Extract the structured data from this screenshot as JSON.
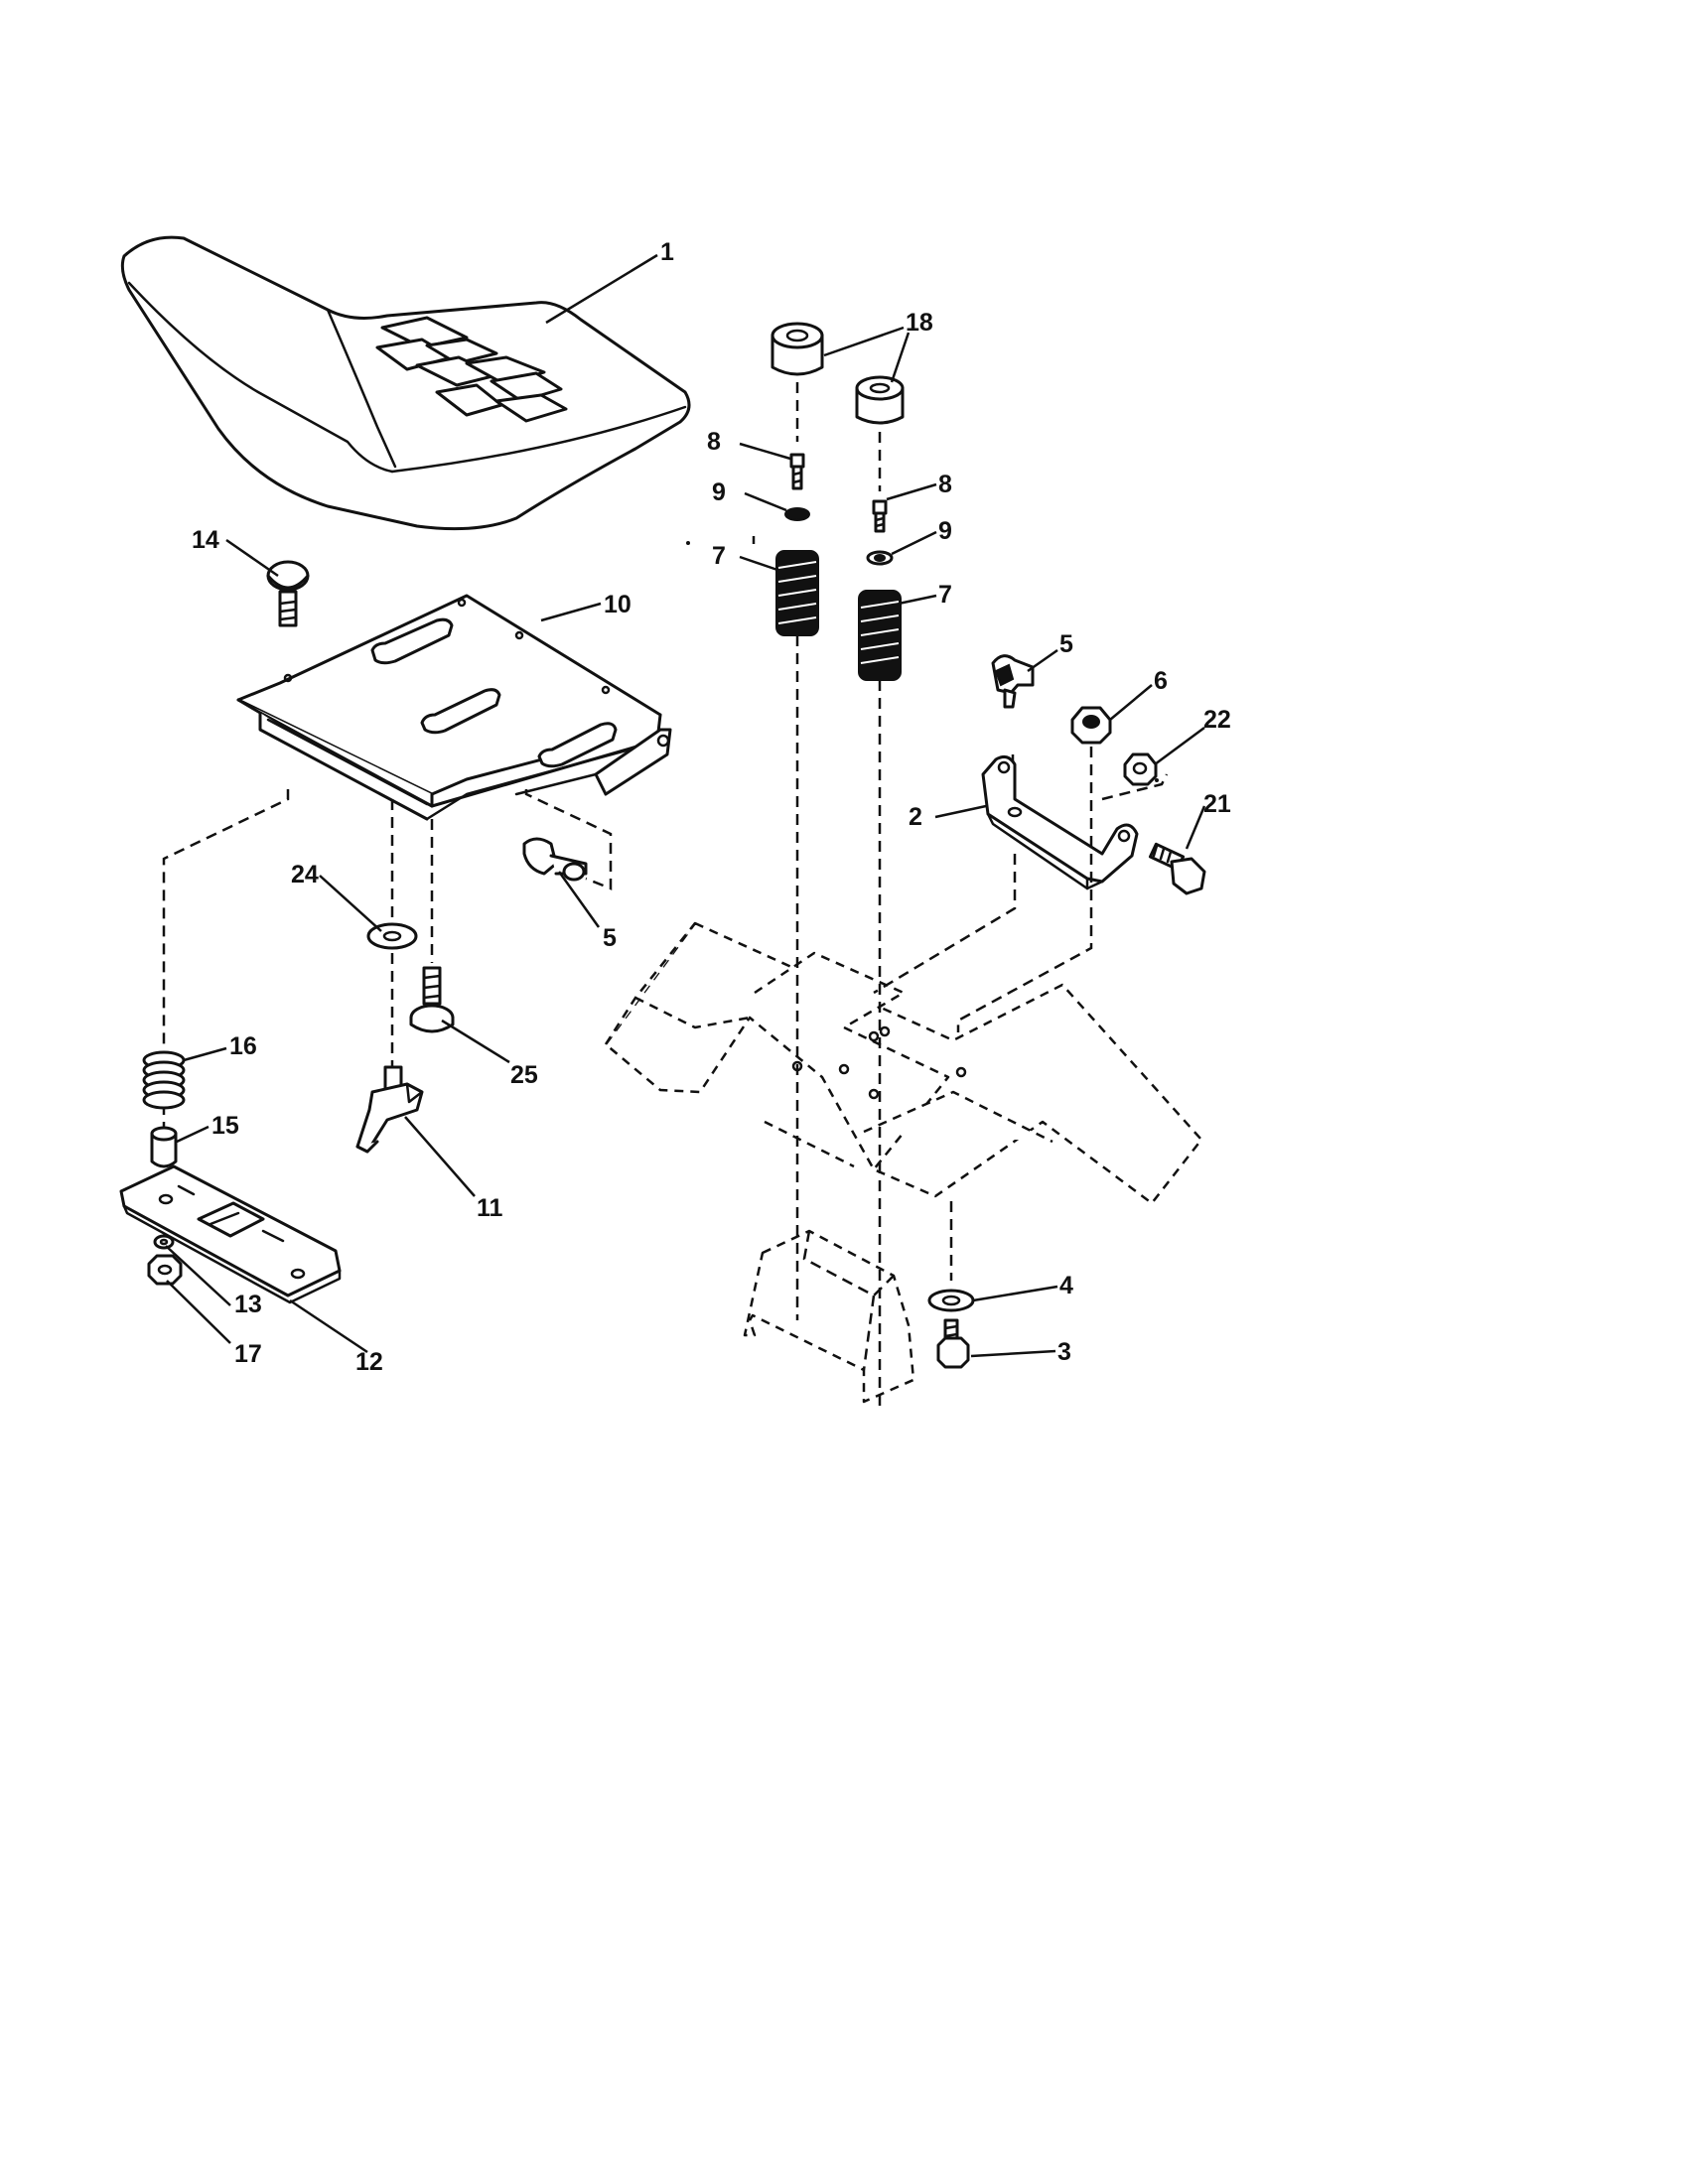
{
  "diagram": {
    "callouts": {
      "c1": "1",
      "c2": "2",
      "c3": "3",
      "c4": "4",
      "c5": "5",
      "c6": "6",
      "c7": "7",
      "c8": "8",
      "c9": "9",
      "c10": "10",
      "c11": "11",
      "c12": "12",
      "c13": "13",
      "c14": "14",
      "c15": "15",
      "c16": "16",
      "c17": "17",
      "c18": "18",
      "c21": "21",
      "c22": "22",
      "c24": "24",
      "c25": "25"
    }
  }
}
